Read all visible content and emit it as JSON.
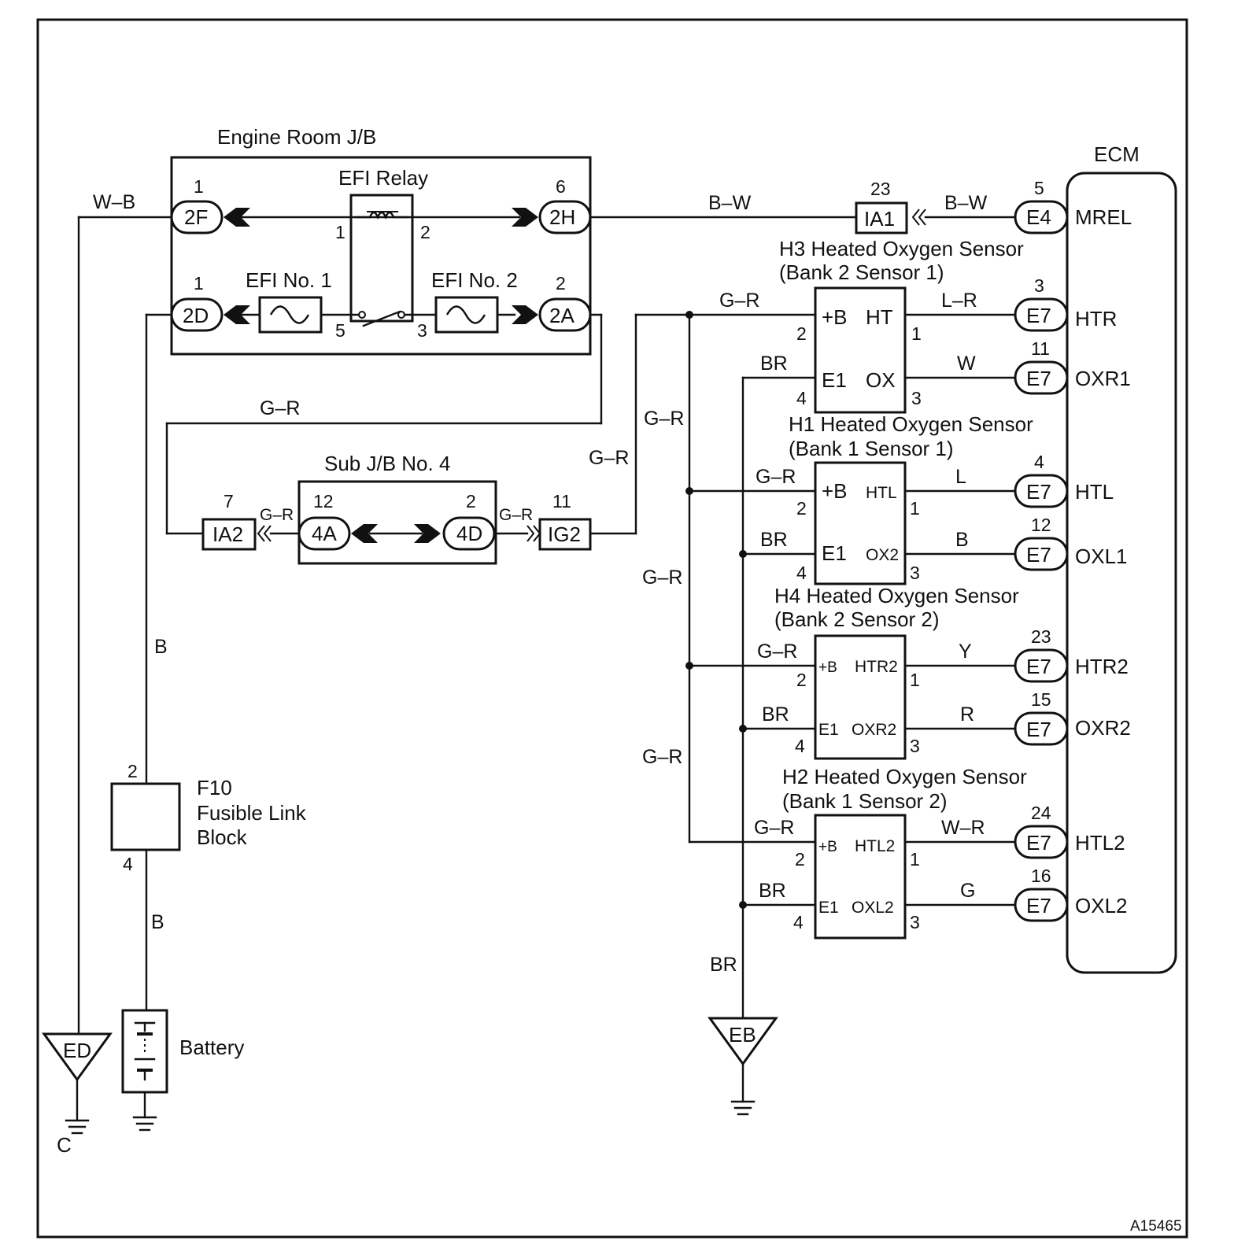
{
  "engine_jb": {
    "title": "Engine Room J/B",
    "efi_relay": "EFI Relay",
    "efi_no1": "EFI No. 1",
    "efi_no2": "EFI No. 2"
  },
  "connectors": {
    "c2f": "2F",
    "c2h": "2H",
    "c2d": "2D",
    "c2a": "2A",
    "ia1": "IA1",
    "ia2": "IA2",
    "ig2": "IG2",
    "c4a": "4A",
    "c4d": "4D",
    "e4": "E4",
    "e7": "E7"
  },
  "pins": {
    "p1": "1",
    "p2": "2",
    "p3": "3",
    "p4": "4",
    "p5": "5",
    "p6": "6",
    "p7": "7",
    "p11": "11",
    "p12": "12",
    "p15": "15",
    "p16": "16",
    "p23": "23",
    "p24": "24"
  },
  "wires": {
    "wb": "W–B",
    "bw": "B–W",
    "gr": "G–R",
    "b": "B",
    "br": "BR",
    "lr": "L–R",
    "w": "W",
    "l": "L",
    "y": "Y",
    "r": "R",
    "wr": "W–R",
    "g": "G"
  },
  "sub_jb": {
    "title": "Sub J/B No. 4"
  },
  "fusible": {
    "code": "F10",
    "line1": "Fusible Link",
    "line2": "Block"
  },
  "battery": {
    "label": "Battery"
  },
  "grounds": {
    "ed": "ED",
    "eb": "EB",
    "c": "C"
  },
  "ecm": {
    "title": "ECM",
    "mrel": "MREL",
    "htr": "HTR",
    "oxr1": "OXR1",
    "htl": "HTL",
    "oxl1": "OXL1",
    "htr2": "HTR2",
    "oxr2": "OXR2",
    "htl2": "HTL2",
    "oxl2": "OXL2"
  },
  "sensors": {
    "h3": {
      "title": "H3 Heated Oxygen Sensor",
      "sub": "(Bank 2 Sensor 1)",
      "b": "+B",
      "ht": "HT",
      "e1": "E1",
      "ox": "OX"
    },
    "h1": {
      "title": "H1 Heated Oxygen Sensor",
      "sub": "(Bank 1 Sensor 1)",
      "b": "+B",
      "ht": "HTL",
      "e1": "E1",
      "ox": "OX2"
    },
    "h4": {
      "title": "H4  Heated  Oxygen  Sensor",
      "sub": "(Bank 2 Sensor 2)",
      "b": "+B",
      "ht": "HTR2",
      "e1": "E1",
      "ox": "OXR2"
    },
    "h2": {
      "title": "H2 Heated Oxygen Sensor",
      "sub": "(Bank 1 Sensor 2)",
      "b": "+B",
      "ht": "HTL2",
      "e1": "E1",
      "ox": "OXL2"
    }
  },
  "figure_id": "A15465"
}
